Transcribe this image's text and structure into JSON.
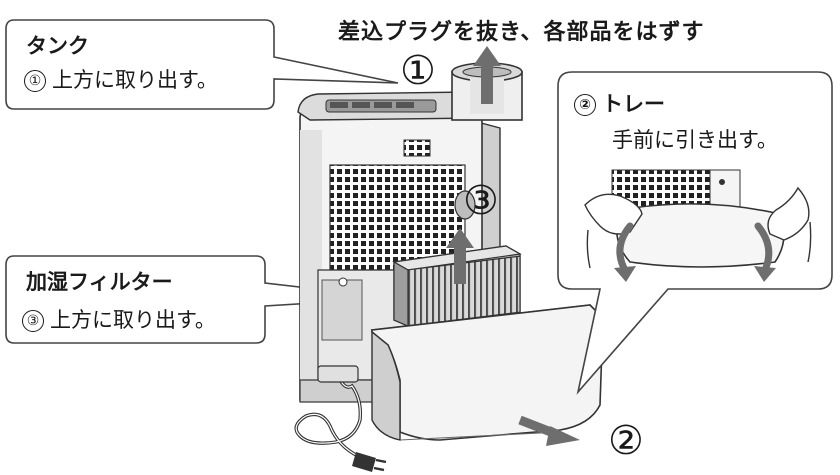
{
  "heading": "差込プラグを抜き、各部品をはずす",
  "steps": {
    "tank": {
      "title": "タンク",
      "badge": "①",
      "body": "上方に取り出す。",
      "big_number": "①"
    },
    "tray": {
      "badge": "②",
      "title": "トレー",
      "body": "手前に引き出す。",
      "big_number": "②"
    },
    "filter": {
      "title": "加湿フィルター",
      "badge": "③",
      "body": "上方に取り出す。",
      "big_number": "③"
    }
  },
  "colors": {
    "line": "#1a1a1a",
    "body_fill": "#f2f2f2",
    "shade": "#bdbdbd",
    "arrow_gray": "#6e6e6e",
    "background": "#ffffff"
  },
  "icons": [
    "up-arrow-icon",
    "down-right-arrow-icon",
    "curved-arrow-icon",
    "power-plug-icon"
  ]
}
